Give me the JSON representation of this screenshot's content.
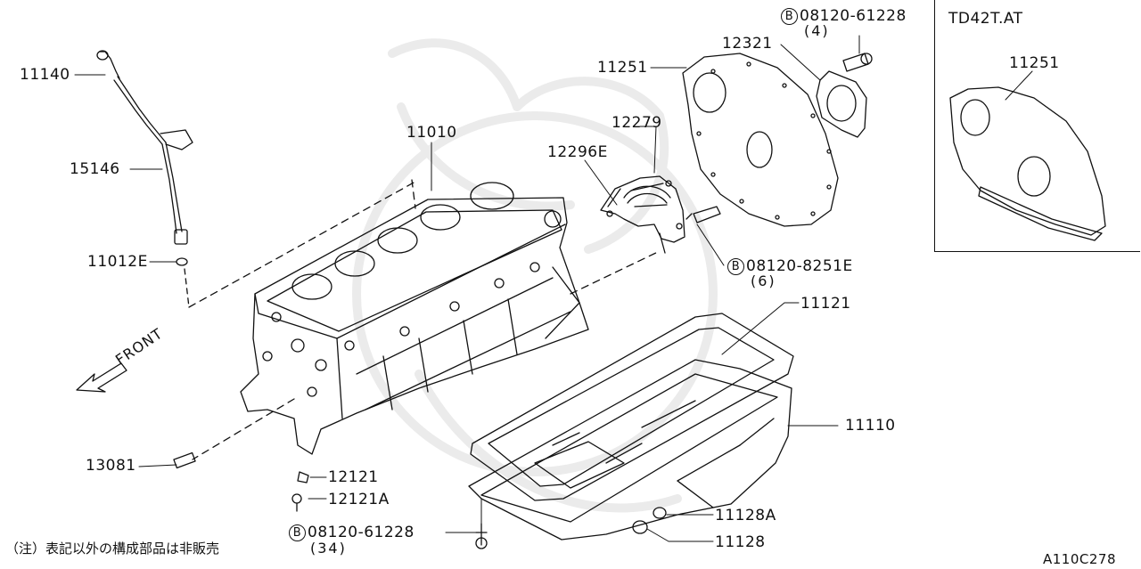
{
  "inset_title": "TD42T.AT",
  "front_label": "FRONT",
  "bolt_symbol": "B",
  "parts": {
    "p11140": "11140",
    "p15146": "15146",
    "p11012e": "11012E",
    "p11010": "11010",
    "p12279": "12279",
    "p12296e": "12296E",
    "p11251": "11251",
    "p12321": "12321",
    "p08120_61228_top": "08120-61228",
    "p08120_61228_top_qty": "(4)",
    "p08120_8251e": "08120-8251E",
    "p08120_8251e_qty": "(6)",
    "p11251_inset": "11251",
    "p11121": "11121",
    "p11110": "11110",
    "p13081": "13081",
    "p12121": "12121",
    "p12121a": "12121A",
    "p08120_61228_bottom": "08120-61228",
    "p08120_61228_bottom_qty": "(34)",
    "p11128a": "11128A",
    "p11128": "11128"
  },
  "footer_note": "（注）表記以外の構成部品は非販売",
  "diagram_code": "A110C278"
}
